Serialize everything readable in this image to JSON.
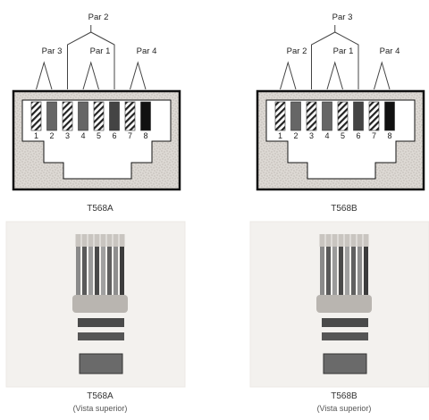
{
  "panels": [
    {
      "standard": "T568A",
      "top_pair_label": "Par 2",
      "pair_labels": [
        "Par 3",
        "Par 1",
        "Par 4"
      ],
      "pin_numbers": [
        "1",
        "2",
        "3",
        "4",
        "5",
        "6",
        "7",
        "8"
      ],
      "wires": [
        "striped",
        "solid",
        "striped",
        "solid",
        "striped",
        "solid",
        "striped",
        "solid-dark"
      ],
      "jack_caption": "T568A",
      "photo_caption": "T568A",
      "photo_subcaption": "(Vista superior)"
    },
    {
      "standard": "T568B",
      "top_pair_label": "Par 3",
      "pair_labels": [
        "Par 2",
        "Par 1",
        "Par 4"
      ],
      "pin_numbers": [
        "1",
        "2",
        "3",
        "4",
        "5",
        "6",
        "7",
        "8"
      ],
      "wires": [
        "striped",
        "solid",
        "striped",
        "solid",
        "striped",
        "solid",
        "striped",
        "solid-dark"
      ],
      "jack_caption": "T568B",
      "photo_caption": "T568B",
      "photo_subcaption": "(Vista superior)"
    }
  ],
  "colors": {
    "jack_outline": "#111111",
    "jack_fill": "#e8e6e2",
    "wire_dark": "#111111",
    "wire_mid": "#666666",
    "photo_bg": "#f3f1ee"
  }
}
